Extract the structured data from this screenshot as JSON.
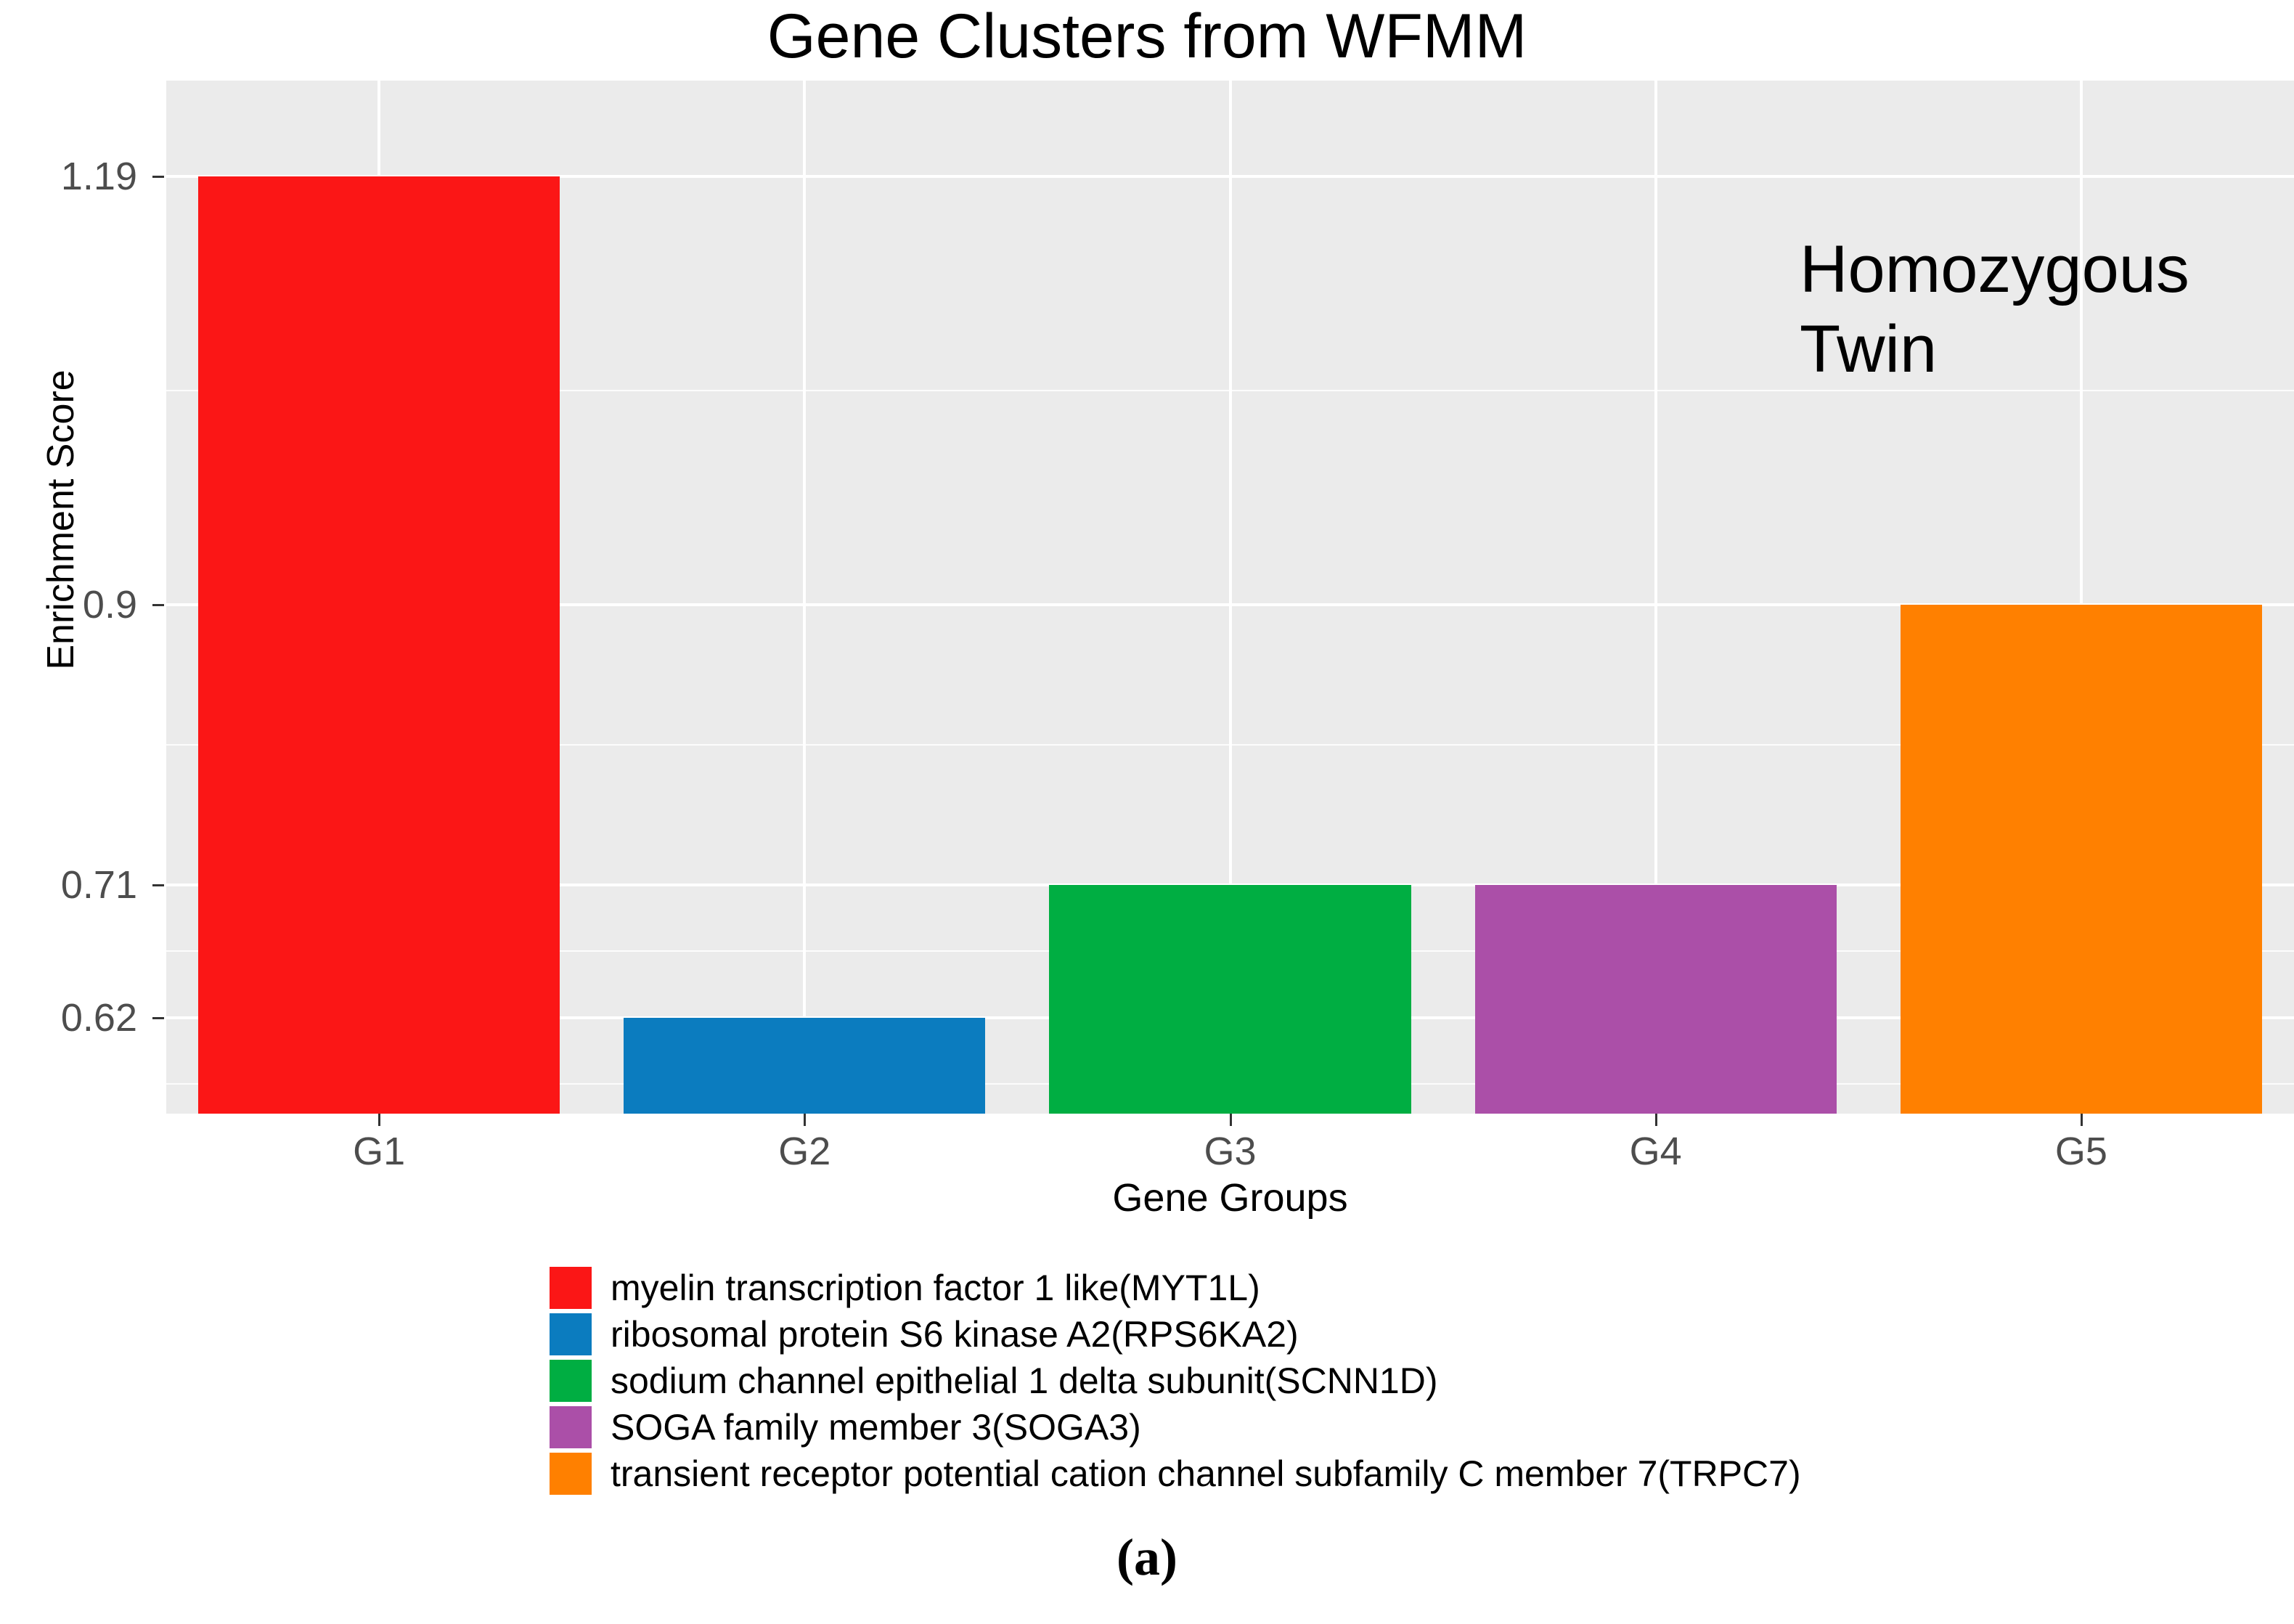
{
  "chart_data": {
    "type": "bar",
    "title": "Gene Clusters from WFMM",
    "xlabel": "Gene Groups",
    "ylabel": "Enrichment Score",
    "categories": [
      "G1",
      "G2",
      "G3",
      "G4",
      "G5"
    ],
    "values": [
      1.19,
      0.62,
      0.71,
      0.71,
      0.9
    ],
    "ytick_labels": [
      "1.19",
      "0.9",
      "0.71",
      "0.62"
    ],
    "ytick_values": [
      1.19,
      0.9,
      0.71,
      0.62
    ],
    "ylim": [
      0.555,
      1.255
    ],
    "grid": true,
    "legend_position": "bottom",
    "annotation": "Homozygous Twin",
    "bar_colors": [
      "#FB1616",
      "#0B7CBF",
      "#00AE42",
      "#AB4FA8",
      "#FF8000"
    ],
    "panel_background": "#EBEBEB",
    "grid_color": "#FFFFFF",
    "series": [
      {
        "name": "myelin transcription factor 1 like(MYT1L)",
        "category": "G1",
        "value": 1.19,
        "color": "#FB1616"
      },
      {
        "name": "ribosomal protein S6 kinase A2(RPS6KA2)",
        "category": "G2",
        "value": 0.62,
        "color": "#0B7CBF"
      },
      {
        "name": "sodium channel epithelial 1 delta subunit(SCNN1D)",
        "category": "G3",
        "value": 0.71,
        "color": "#00AE42"
      },
      {
        "name": "SOGA family member 3(SOGA3)",
        "category": "G4",
        "value": 0.71,
        "color": "#AB4FA8"
      },
      {
        "name": "transient receptor potential cation channel subfamily C member 7(TRPC7)",
        "category": "G5",
        "value": 0.9,
        "color": "#FF8000"
      }
    ],
    "legend": [
      {
        "label": "myelin transcription factor 1 like(MYT1L)",
        "color": "#FB1616"
      },
      {
        "label": "ribosomal protein S6 kinase A2(RPS6KA2)",
        "color": "#0B7CBF"
      },
      {
        "label": "sodium channel epithelial 1 delta subunit(SCNN1D)",
        "color": "#00AE42"
      },
      {
        "label": "SOGA family member 3(SOGA3)",
        "color": "#AB4FA8"
      },
      {
        "label": "transient receptor potential cation channel subfamily C member 7(TRPC7)",
        "color": "#FF8000"
      }
    ]
  },
  "title": "Gene Clusters from WFMM",
  "annotation_line1": "Homozygous",
  "annotation_line2": "Twin",
  "y_axis": {
    "title": "Enrichment Score",
    "ticks": [
      "1.19",
      "0.9",
      "0.71",
      "0.62"
    ]
  },
  "x_axis": {
    "title": "Gene Groups",
    "ticks": [
      "G1",
      "G2",
      "G3",
      "G4",
      "G5"
    ]
  },
  "legend": {
    "items": [
      {
        "label": "myelin transcription factor 1 like(MYT1L)"
      },
      {
        "label": "ribosomal protein S6 kinase A2(RPS6KA2)"
      },
      {
        "label": "sodium channel epithelial 1 delta subunit(SCNN1D)"
      },
      {
        "label": "SOGA family member 3(SOGA3)"
      },
      {
        "label": "transient receptor potential cation channel subfamily C member 7(TRPC7)"
      }
    ]
  },
  "caption": "(a)"
}
